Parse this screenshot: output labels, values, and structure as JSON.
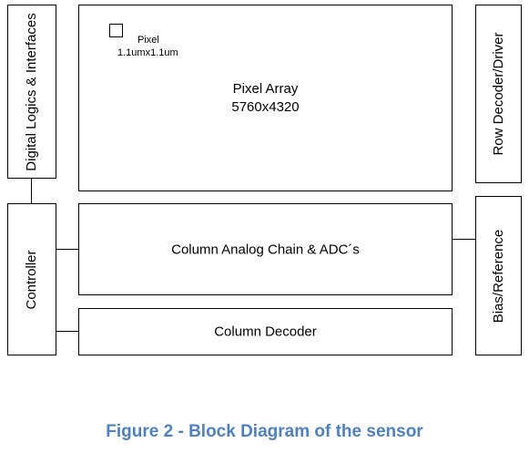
{
  "blocks": {
    "digital_logics": "Digital Logics & Interfaces",
    "pixel_array_title": "Pixel Array",
    "pixel_array_size": "5760x4320",
    "pixel_label": "Pixel",
    "pixel_size": "1.1umx1.1um",
    "row_decoder": "Row Decoder/Driver",
    "controller": "Controller",
    "column_chain": "Column Analog Chain & ADC´s",
    "column_decoder": "Column Decoder",
    "bias_reference": "Bias/Reference"
  },
  "caption": "Figure 2 - Block Diagram of the sensor",
  "colors": {
    "caption": "#4f81bd",
    "stroke": "#000000"
  }
}
